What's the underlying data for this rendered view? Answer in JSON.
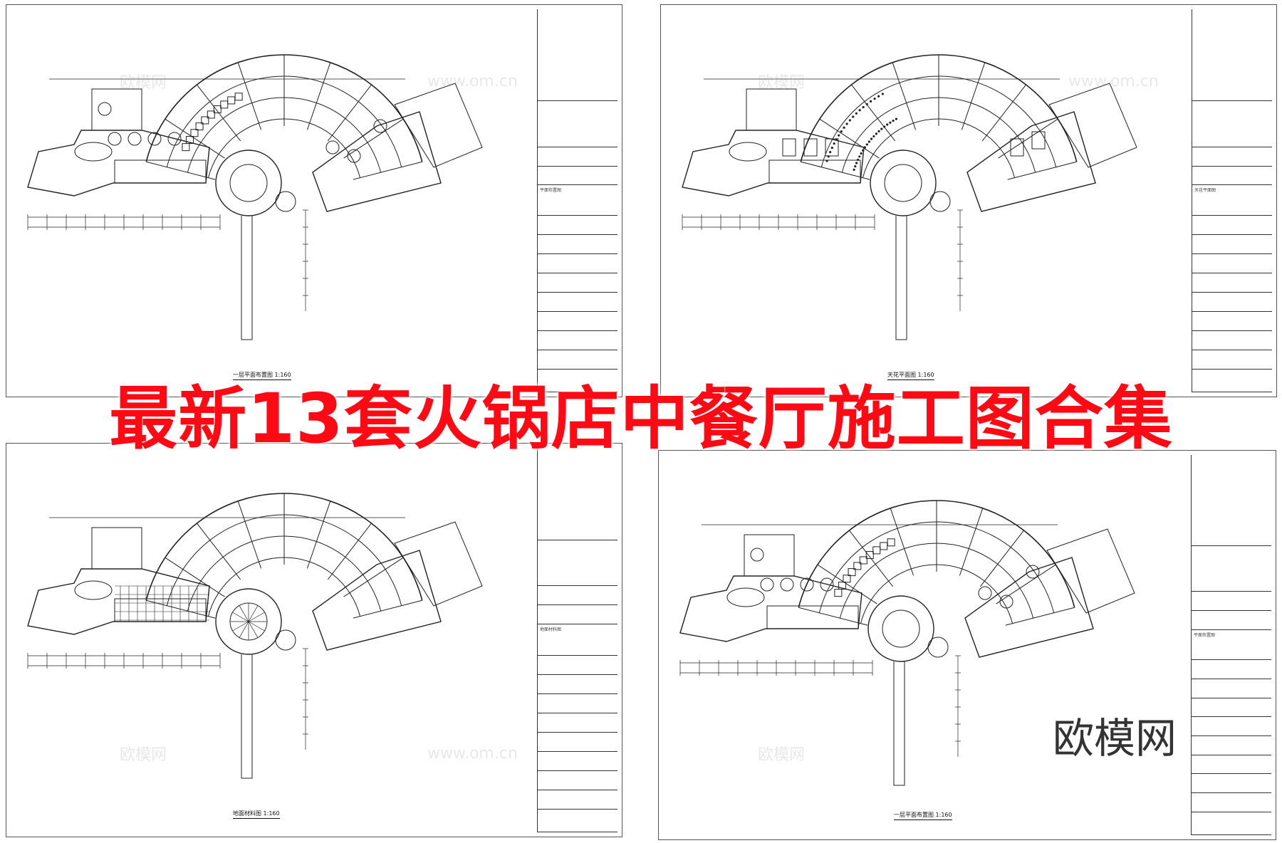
{
  "headline": "最新13套火锅店中餐厅施工图合集",
  "logo_text": "欧模网",
  "watermarks": {
    "site": "欧模网",
    "url": "www.om.cn"
  },
  "colors": {
    "headline": "#ff0a14",
    "line": "#222222",
    "sheet_border": "#555555"
  },
  "sheets": [
    {
      "title": "一层平面布置图 1:160",
      "block": "平面布置图"
    },
    {
      "title": "天花平面图 1:160",
      "block": "天花平面图"
    },
    {
      "title": "地面材料图 1:160",
      "block": "地面材料图"
    },
    {
      "title": "一层平面布置图 1:160",
      "block": "平面布置图"
    }
  ]
}
